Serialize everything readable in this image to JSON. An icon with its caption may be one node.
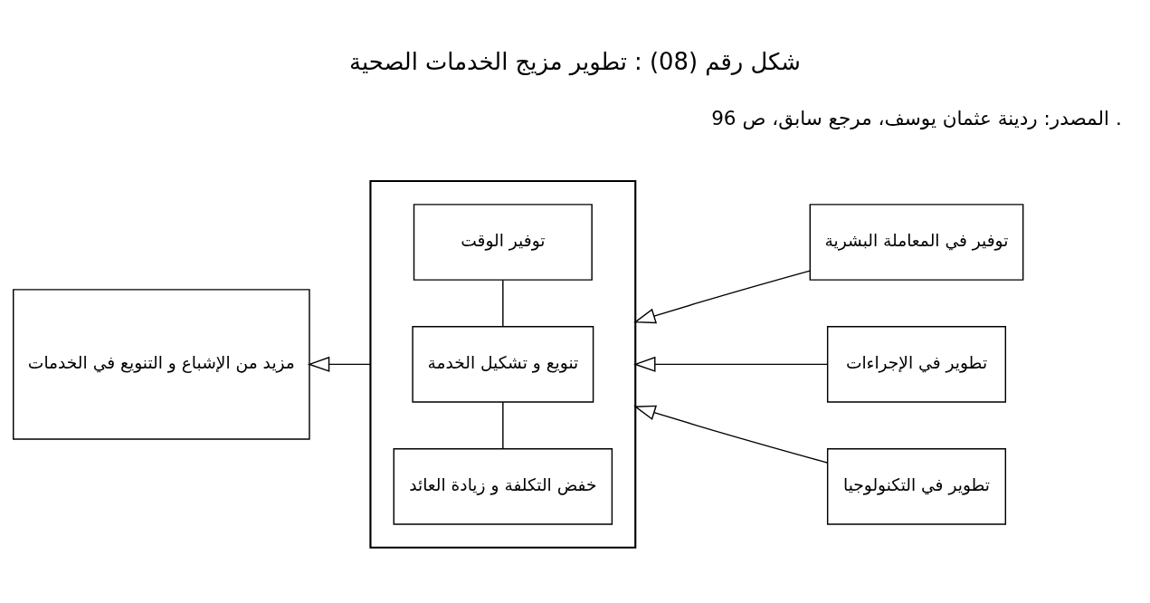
{
  "diagram": {
    "title": "شكل رقم (08) : تطوير مزيج الخدمات الصحية",
    "caption": "المصدر: ردينة عثمان يوسف، مرجع سابق، ص 96 .",
    "nodes": [
      {
        "text": [
          "توفير في المعاملة البشرية"
        ]
      },
      {
        "text": [
          "تطوير في الإجراءات"
        ]
      },
      {
        "text": [
          "تطوير في التكنولوجيا"
        ]
      },
      {
        "text": [],
        "shape": "box"
      },
      {
        "text": [
          "توفير الوقت"
        ],
        "in": 3
      },
      {
        "text": [
          "تنويع و تشكيل الخدمة"
        ],
        "in": 3
      },
      {
        "text": [
          "خفض التكلفة و زيادة العائد"
        ],
        "in": 3
      },
      {
        "text": [
          "مزيد من الإشباع و التنويع في الخدمات"
        ]
      }
    ],
    "edges": [
      {
        "from": 0,
        "to": 3,
        "arrow": "to"
      },
      {
        "from": 1,
        "to": 3,
        "arrow": "to"
      },
      {
        "from": 2,
        "to": 3,
        "arrow": "to"
      },
      {
        "from": 4,
        "to": 5,
        "arrow": "none"
      },
      {
        "from": 5,
        "to": 6,
        "arrow": "none"
      },
      {
        "from": 3,
        "to": 7,
        "arrow": "to"
      }
    ]
  }
}
